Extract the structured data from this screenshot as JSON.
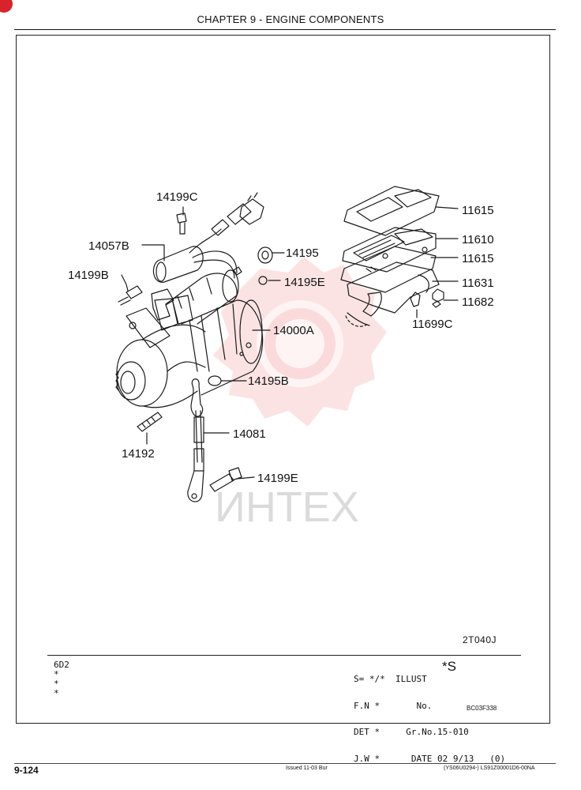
{
  "header": {
    "chapter_title": "CHAPTER 9 - ENGINE COMPONENTS"
  },
  "diagram": {
    "part_labels": [
      "14199C",
      "14057B",
      "14199B",
      "14195",
      "14195E",
      "14000A",
      "14195B",
      "14192",
      "14081",
      "14199E",
      "11615",
      "11610",
      "11615",
      "11631",
      "11682",
      "11699C"
    ],
    "watermark_text": "ИНТЕХ",
    "reference_code": "2T040J",
    "colors": {
      "line": "#1a1a1a",
      "watermark": "#e8232a"
    }
  },
  "info_block": {
    "model": "6D2",
    "model_marks": [
      "*",
      "*",
      "*"
    ],
    "s_label": "S= */*",
    "illust_label": "ILLUST",
    "no_label": "No.",
    "illust_value": "*S",
    "fn_label": "F.N *",
    "det_label": "DET *",
    "gr_no": "Gr.No.15-010",
    "jw_label": "J.W *",
    "date": "DATE 02 9/13",
    "revision": "(0)",
    "illustration_code": "BC03F338"
  },
  "footer": {
    "page_number": "9-124",
    "issued": "Issued 11-03   Bur",
    "document_code": "(YS06U0294-)   LS91Z00001D6-00NA"
  }
}
